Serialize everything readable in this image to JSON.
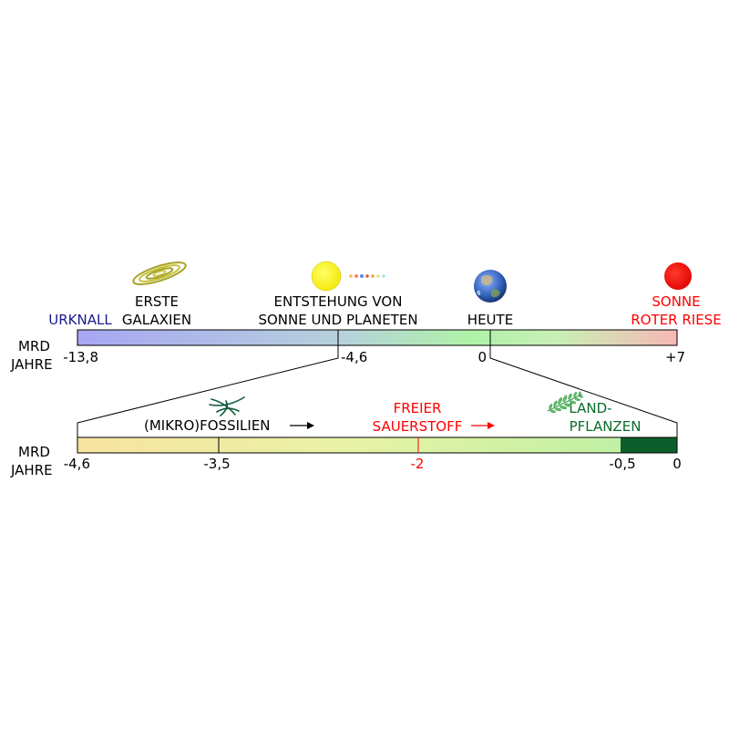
{
  "top_timeline": {
    "unit_label": [
      "MRD",
      "JAHRE"
    ],
    "ticks": [
      "-13,8",
      "-4,6",
      "0",
      "+7"
    ],
    "events": {
      "urknall": "URKNALL",
      "galaxien": [
        "ERSTE",
        "GALAXIEN"
      ],
      "sonne_planeten": [
        "ENTSTEHUNG VON",
        "SONNE UND PLANETEN"
      ],
      "heute": "HEUTE",
      "roter_riese": [
        "SONNE",
        "ROTER RIESE"
      ]
    }
  },
  "bottom_timeline": {
    "unit_label": [
      "MRD",
      "JAHRE"
    ],
    "ticks": [
      "-4,6",
      "-3,5",
      "-2",
      "-0,5",
      "0"
    ],
    "events": {
      "fossilien": "(MIKRO)FOSSILIEN",
      "sauerstoff": [
        "FREIER",
        "SAUERSTOFF"
      ],
      "landpflanzen": [
        "LAND-",
        "PFLANZEN"
      ]
    }
  },
  "colors": {
    "urknall": "#1a1a8c",
    "red": "#ff0000",
    "green": "#0a6b2a",
    "dark_green_band": "#0b5e2a"
  }
}
